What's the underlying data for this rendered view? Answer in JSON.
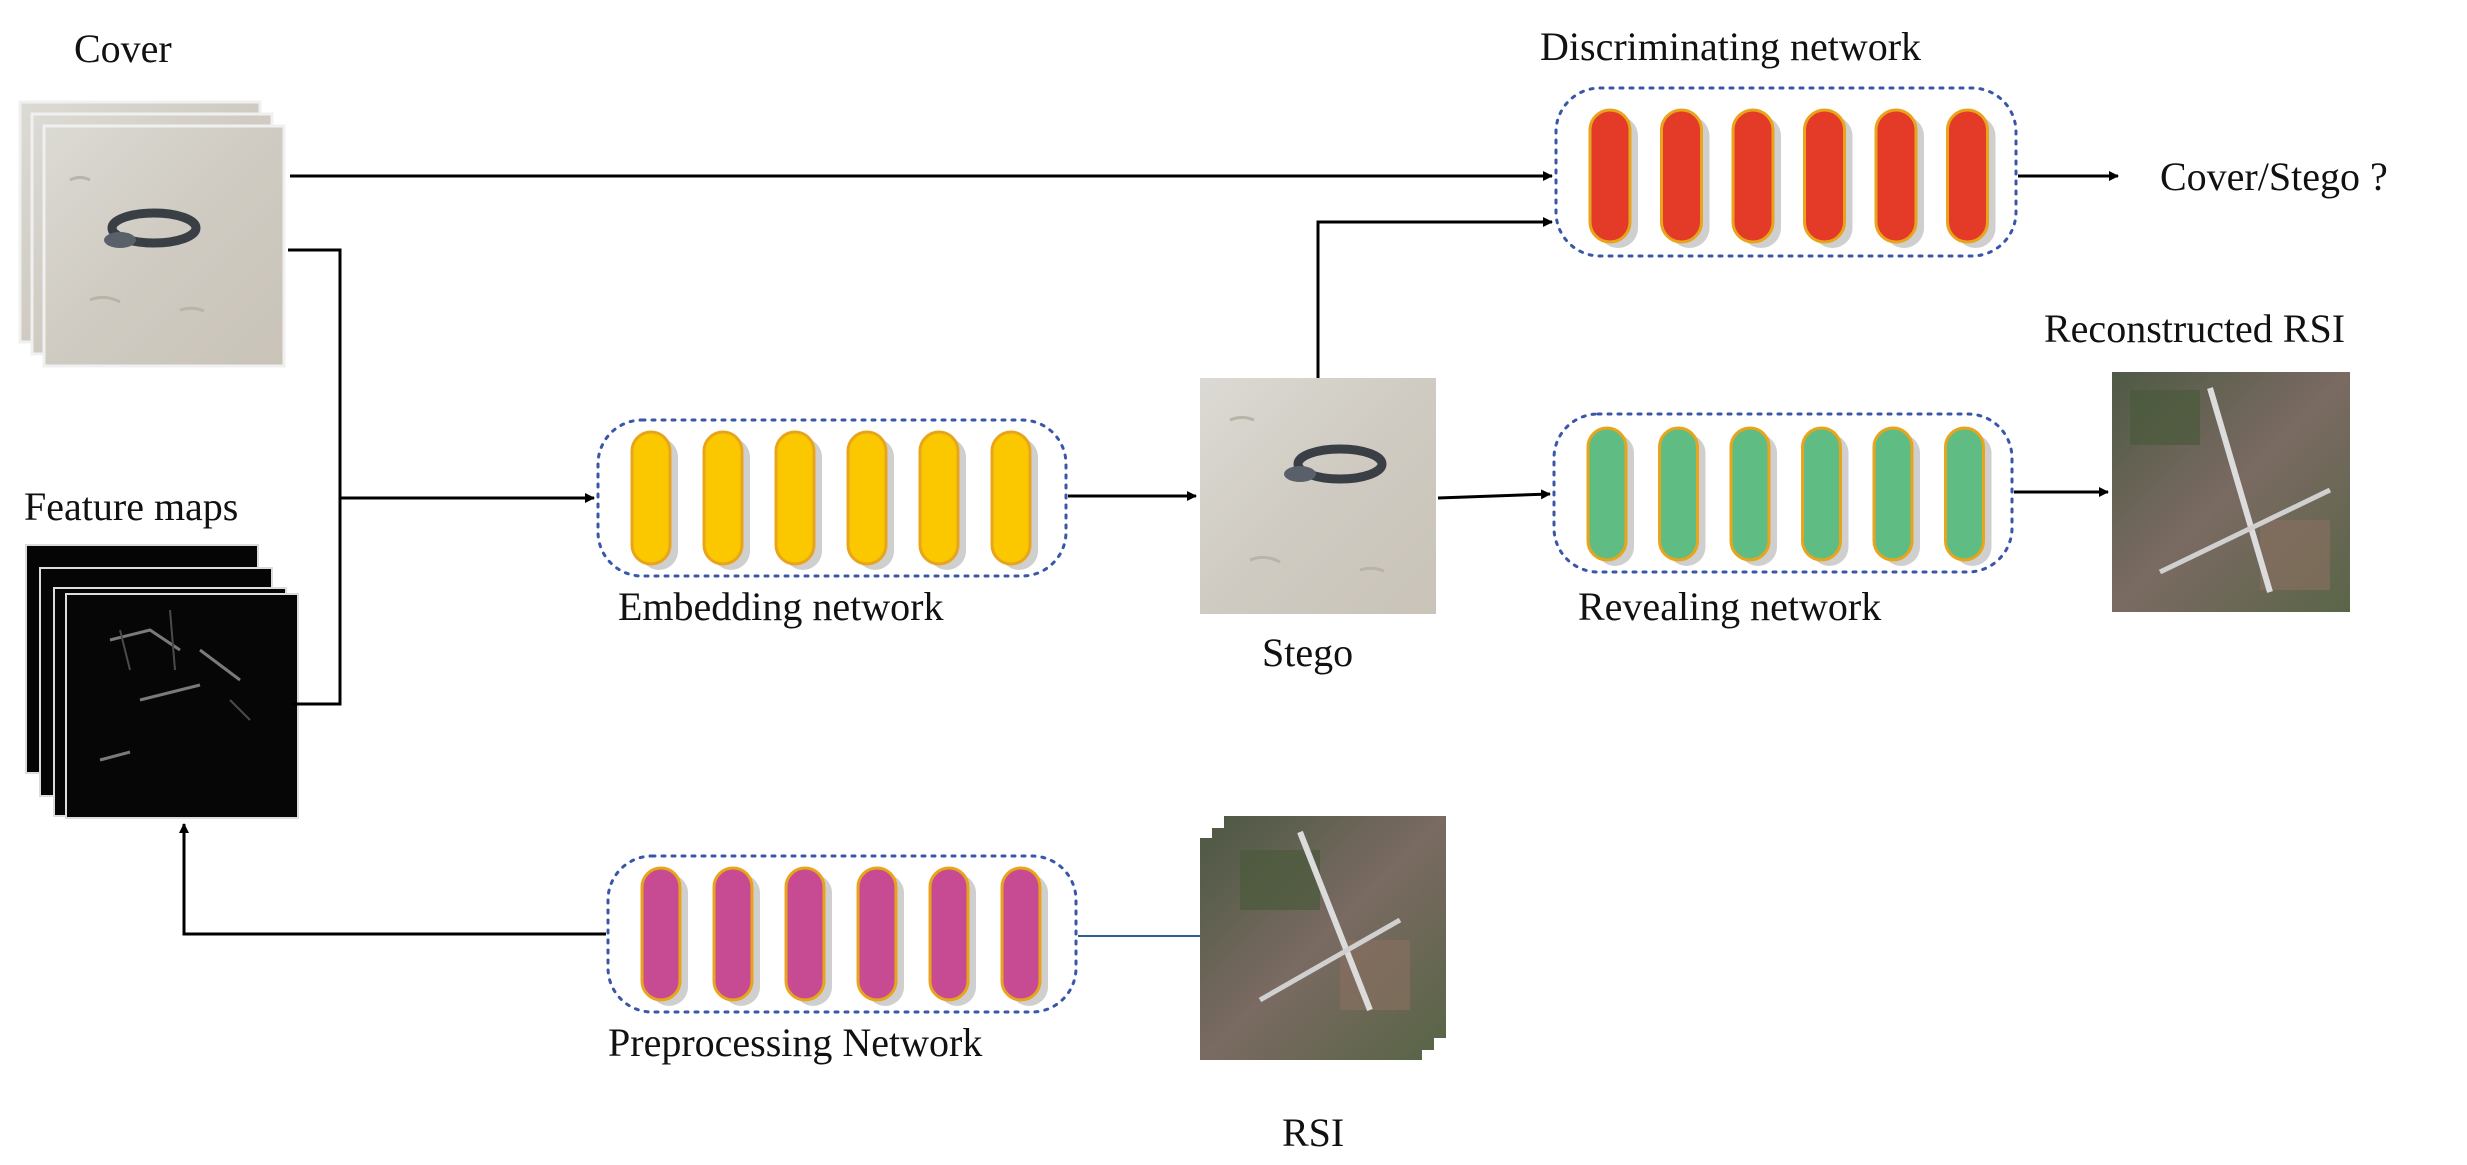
{
  "labels": {
    "cover": "Cover",
    "feature_maps": "Feature maps",
    "discriminating_network": "Discriminating network",
    "cover_stego_output": "Cover/Stego ?",
    "reconstructed_rsi": "Reconstructed RSI",
    "embedding_network": "Embedding  network",
    "stego": "Stego",
    "revealing_network": "Revealing network",
    "preprocessing_network": "Preprocessing  Network",
    "rsi": "RSI"
  },
  "networks": [
    {
      "id": "discriminating",
      "color": "#e43a28",
      "blocks": 6
    },
    {
      "id": "embedding",
      "color": "#fbc800",
      "blocks": 6
    },
    {
      "id": "revealing",
      "color": "#5fbd84",
      "blocks": 6
    },
    {
      "id": "preprocessing",
      "color": "#c64b93",
      "blocks": 6
    }
  ],
  "colors": {
    "block_outline": "#e8a51b",
    "container_border": "#3a56a8",
    "arrow": "#000000",
    "rsi_link": "#2c5f8a"
  },
  "images": {
    "cover": "sand-beach-with-tire",
    "stego": "sand-beach-with-tire",
    "feature_maps": "dark-feature-map-stack",
    "rsi": "aerial-airport-runways",
    "reconstructed_rsi": "aerial-airport-runways"
  }
}
